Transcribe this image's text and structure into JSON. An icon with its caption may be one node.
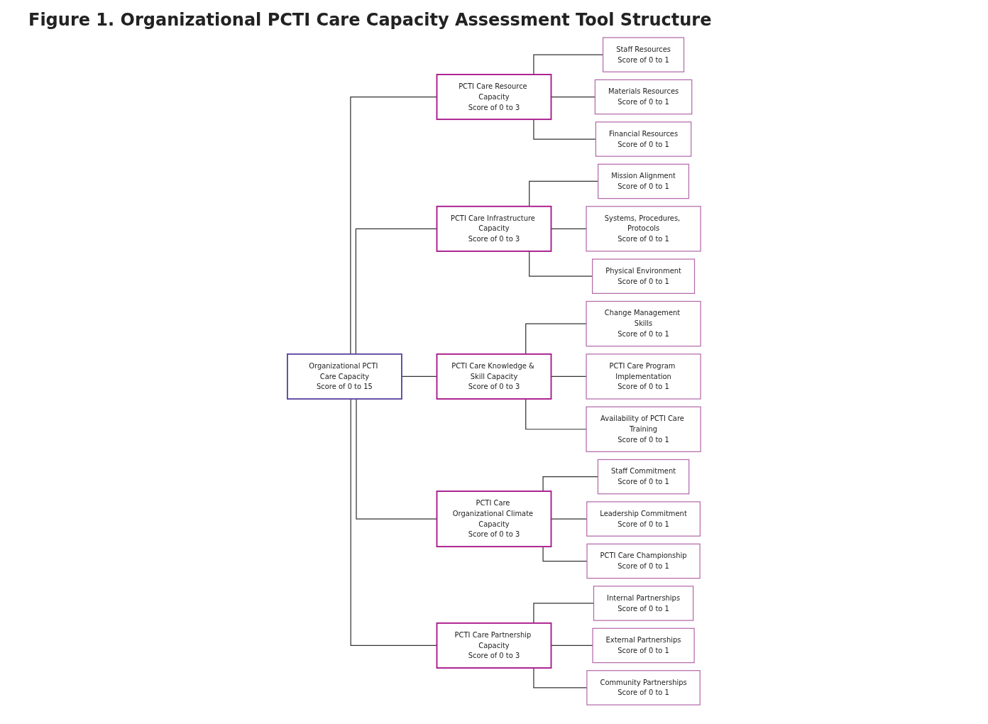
{
  "diagram": {
    "title": "Figure 1. Organizational PCTI Care Capacity Assessment Tool Structure",
    "nodes": [
      {
        "text": [
          "Organizational PCTI Care Capacity",
          "Score of 0 to 15"
        ]
      },
      {
        "text": [
          "PCTI Care Resource Capacity",
          "Score of 0 to 3"
        ]
      },
      {
        "text": [
          "Staff Resources",
          "Score of 0 to 1"
        ]
      },
      {
        "text": [
          "Materials Resources",
          "Score of 0 to 1"
        ]
      },
      {
        "text": [
          "Financial Resources",
          "Score of 0 to 1"
        ]
      },
      {
        "text": [
          "PCTI Care Infrastructure Capacity",
          "Score of 0 to 3"
        ]
      },
      {
        "text": [
          "Mission Alignment",
          "Score of 0 to 1"
        ]
      },
      {
        "text": [
          "Systems, Procedures, Protocols",
          "Score of 0 to 1"
        ]
      },
      {
        "text": [
          "Physical Environment",
          "Score of 0 to 1"
        ]
      },
      {
        "text": [
          "PCTI Care Knowledge & Skill Capacity",
          "Score of 0 to 3"
        ]
      },
      {
        "text": [
          "Change Management Skills",
          "Score of 0 to 1"
        ]
      },
      {
        "text": [
          "PCTI Care Program Implementation",
          "Score of 0 to 1"
        ]
      },
      {
        "text": [
          "Availability of PCTI Care Training",
          "Score of 0 to 1"
        ]
      },
      {
        "text": [
          "PCTI Care Organizational Climate Capacity",
          "Score of 0 to 3"
        ]
      },
      {
        "text": [
          "Staff Commitment",
          "Score of 0 to 1"
        ]
      },
      {
        "text": [
          "Leadership Commitment",
          "Score of 0 to 1"
        ]
      },
      {
        "text": [
          "PCTI Care Championship",
          "Score of 0 to 1"
        ]
      },
      {
        "text": [
          "PCTI Care Partnership Capacity",
          "Score of 0 to 3"
        ]
      },
      {
        "text": [
          "Internal Partnerships",
          "Score of 0 to 1"
        ]
      },
      {
        "text": [
          "External Partnerships",
          "Score of 0 to 1"
        ]
      },
      {
        "text": [
          "Community Partnerships",
          "Score of 0 to 1"
        ]
      }
    ],
    "edges": [
      {
        "from": 0,
        "to": 1,
        "arrow": "none"
      },
      {
        "from": 0,
        "to": 5,
        "arrow": "none"
      },
      {
        "from": 0,
        "to": 9,
        "arrow": "none"
      },
      {
        "from": 0,
        "to": 13,
        "arrow": "none"
      },
      {
        "from": 0,
        "to": 17,
        "arrow": "none"
      },
      {
        "from": 1,
        "to": 2,
        "arrow": "none"
      },
      {
        "from": 1,
        "to": 3,
        "arrow": "none"
      },
      {
        "from": 1,
        "to": 4,
        "arrow": "none"
      },
      {
        "from": 5,
        "to": 6,
        "arrow": "none"
      },
      {
        "from": 5,
        "to": 7,
        "arrow": "none"
      },
      {
        "from": 5,
        "to": 8,
        "arrow": "none"
      },
      {
        "from": 9,
        "to": 10,
        "arrow": "none"
      },
      {
        "from": 9,
        "to": 11,
        "arrow": "none"
      },
      {
        "from": 9,
        "to": 12,
        "arrow": "none"
      },
      {
        "from": 13,
        "to": 14,
        "arrow": "none"
      },
      {
        "from": 13,
        "to": 15,
        "arrow": "none"
      },
      {
        "from": 13,
        "to": 16,
        "arrow": "none"
      },
      {
        "from": 17,
        "to": 18,
        "arrow": "none"
      },
      {
        "from": 17,
        "to": 19,
        "arrow": "none"
      },
      {
        "from": 17,
        "to": 20,
        "arrow": "none"
      }
    ]
  }
}
